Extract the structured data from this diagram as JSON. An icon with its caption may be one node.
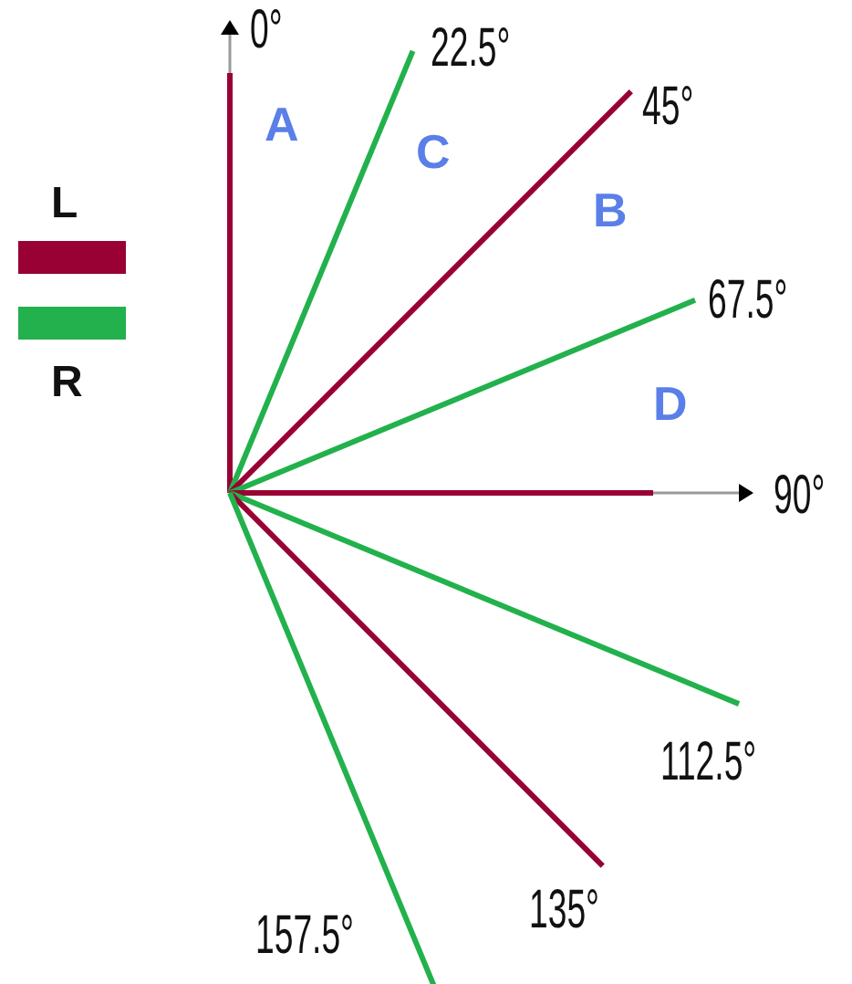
{
  "diagram": {
    "labels": [
      "0°",
      "22.5°",
      "45°",
      "67.5°",
      "A",
      "C",
      "B",
      "D",
      "90°",
      "112.5°",
      "135°",
      "157.5°"
    ],
    "legend": [
      {
        "text": "L",
        "color": "#990033"
      },
      {
        "text": "R",
        "color": "#22b14c"
      }
    ]
  }
}
